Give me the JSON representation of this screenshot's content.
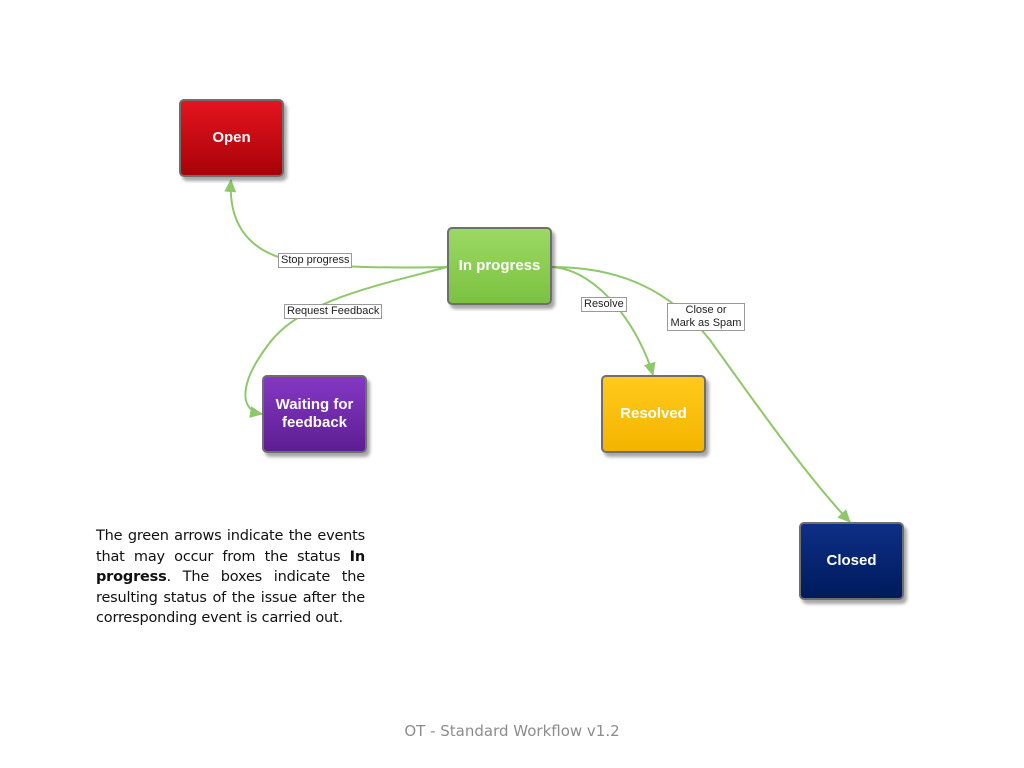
{
  "nodes": {
    "open": "Open",
    "in_progress": "In progress",
    "waiting_for_feedback": "Waiting for feedback",
    "resolved": "Resolved",
    "closed": "Closed"
  },
  "transitions": {
    "stop_progress": "Stop progress",
    "request_feedback": "Request Feedback",
    "resolve": "Resolve",
    "close_line1": "Close or",
    "close_line2": "Mark as Spam"
  },
  "description": {
    "part1": "The green arrows indicate the events that may occur from the status ",
    "bold": "In progress",
    "part2": ".   The boxes indicate the resulting status of the issue after the corresponding event is carried out."
  },
  "footer": "OT - Standard Workflow v1.2",
  "colors": {
    "arrow": "#8ec86a",
    "open": "#c80a12",
    "in_progress": "#8ccd52",
    "waiting_for_feedback": "#7030b0",
    "resolved": "#f8bc0c",
    "closed": "#00206e"
  }
}
